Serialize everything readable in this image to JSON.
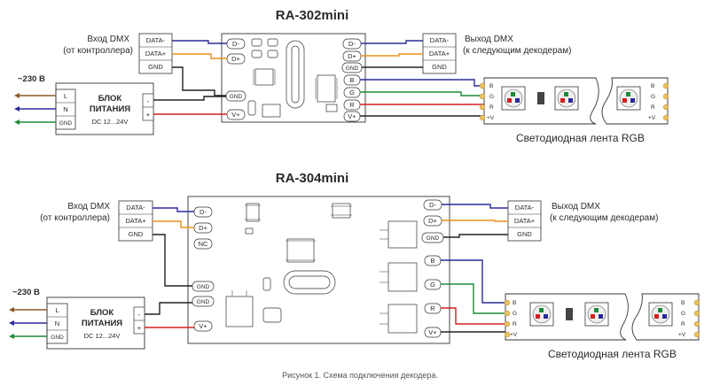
{
  "diagrams": [
    {
      "title": "RA-302mini",
      "dmx_in": {
        "line1": "Вход DMX",
        "line2": "(от контроллера)",
        "pins": [
          "DATA-",
          "DATA+",
          "GND"
        ]
      },
      "dmx_out": {
        "line1": "Выход DMX",
        "line2": "(к следующим декодерам)",
        "pins": [
          "DATA-",
          "DATA+",
          "GND"
        ]
      },
      "decoder_left_pins": [
        "D-",
        "D+",
        "GND",
        "V+"
      ],
      "decoder_right_pins": [
        "D-",
        "D+",
        "GND",
        "B",
        "G",
        "R",
        "V+"
      ],
      "mains_label": "~230 В",
      "mains_terminals": [
        "L",
        "N",
        "GND"
      ],
      "psu": {
        "line1": "БЛОК",
        "line2": "ПИТАНИЯ",
        "line3": "DC 12...24V",
        "out_pins": [
          "-",
          "+"
        ]
      },
      "strip_pins": [
        "B",
        "G",
        "R",
        "+V"
      ],
      "strip_caption": "Светодиодная лента RGB"
    },
    {
      "title": "RA-304mini",
      "dmx_in": {
        "line1": "Вход DMX",
        "line2": "(от контроллера)",
        "pins": [
          "DATA-",
          "DATA+",
          "GND"
        ]
      },
      "dmx_out": {
        "line1": "Выход DMX",
        "line2": "(к следующим декодерам)",
        "pins": [
          "DATA-",
          "DATA+",
          "GND"
        ]
      },
      "decoder_left_pins": [
        "D-",
        "D+",
        "NC",
        "GND",
        "GND",
        "V+"
      ],
      "decoder_right_pins": [
        "D-",
        "D+",
        "GND",
        "B",
        "G",
        "R",
        "V+"
      ],
      "mains_label": "~230 В",
      "mains_terminals": [
        "L",
        "N",
        "GND"
      ],
      "psu": {
        "line1": "БЛОК",
        "line2": "ПИТАНИЯ",
        "line3": "DC 12...24V",
        "out_pins": [
          "-",
          "+"
        ]
      },
      "strip_pins": [
        "B",
        "G",
        "R",
        "+V"
      ],
      "strip_caption": "Светодиодная лента RGB"
    }
  ],
  "figure_caption": "Рисунок 1. Схема подключения декодера.",
  "colors": {
    "data_minus": "#2a2a9a",
    "data_plus": "#e8901c",
    "gnd": "#222222",
    "blue": "#2a2a9a",
    "green": "#1e8a3a",
    "red": "#d42020",
    "vplus": "#222222",
    "line_l": "#8a5a2a",
    "line_n": "#2a2a9a",
    "line_gnd": "#1e8a3a"
  }
}
